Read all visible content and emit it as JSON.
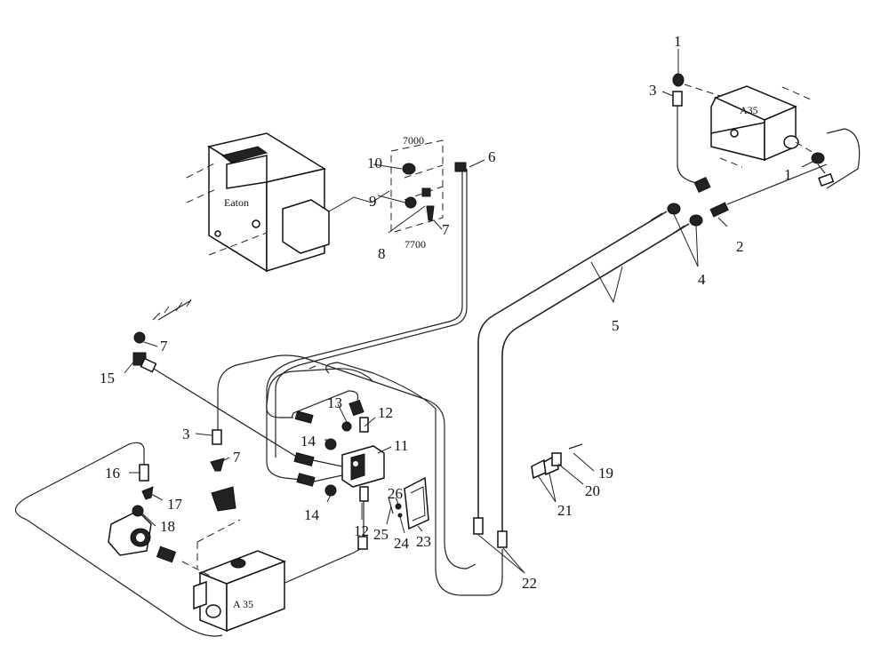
{
  "components": {
    "eaton_box_label": "Eaton",
    "a35_top_label": "A35",
    "a35_bottom_label": "A 35",
    "bracket_upper_label": "7000",
    "bracket_lower_label": "7700"
  },
  "callouts": {
    "c1a": "1",
    "c1b": "1",
    "c2": "2",
    "c3a": "3",
    "c3b": "3",
    "c4": "4",
    "c5": "5",
    "c6": "6",
    "c7a": "7",
    "c7b": "7",
    "c7c": "7",
    "c8": "8",
    "c9": "9",
    "c10": "10",
    "c11": "11",
    "c12a": "12",
    "c12b": "12",
    "c13": "13",
    "c14a": "14",
    "c14b": "14",
    "c15": "15",
    "c16": "16",
    "c17": "17",
    "c18": "18",
    "c19": "19",
    "c20": "20",
    "c21": "21",
    "c22": "22",
    "c23": "23",
    "c24": "24",
    "c25": "25",
    "c26": "26"
  }
}
